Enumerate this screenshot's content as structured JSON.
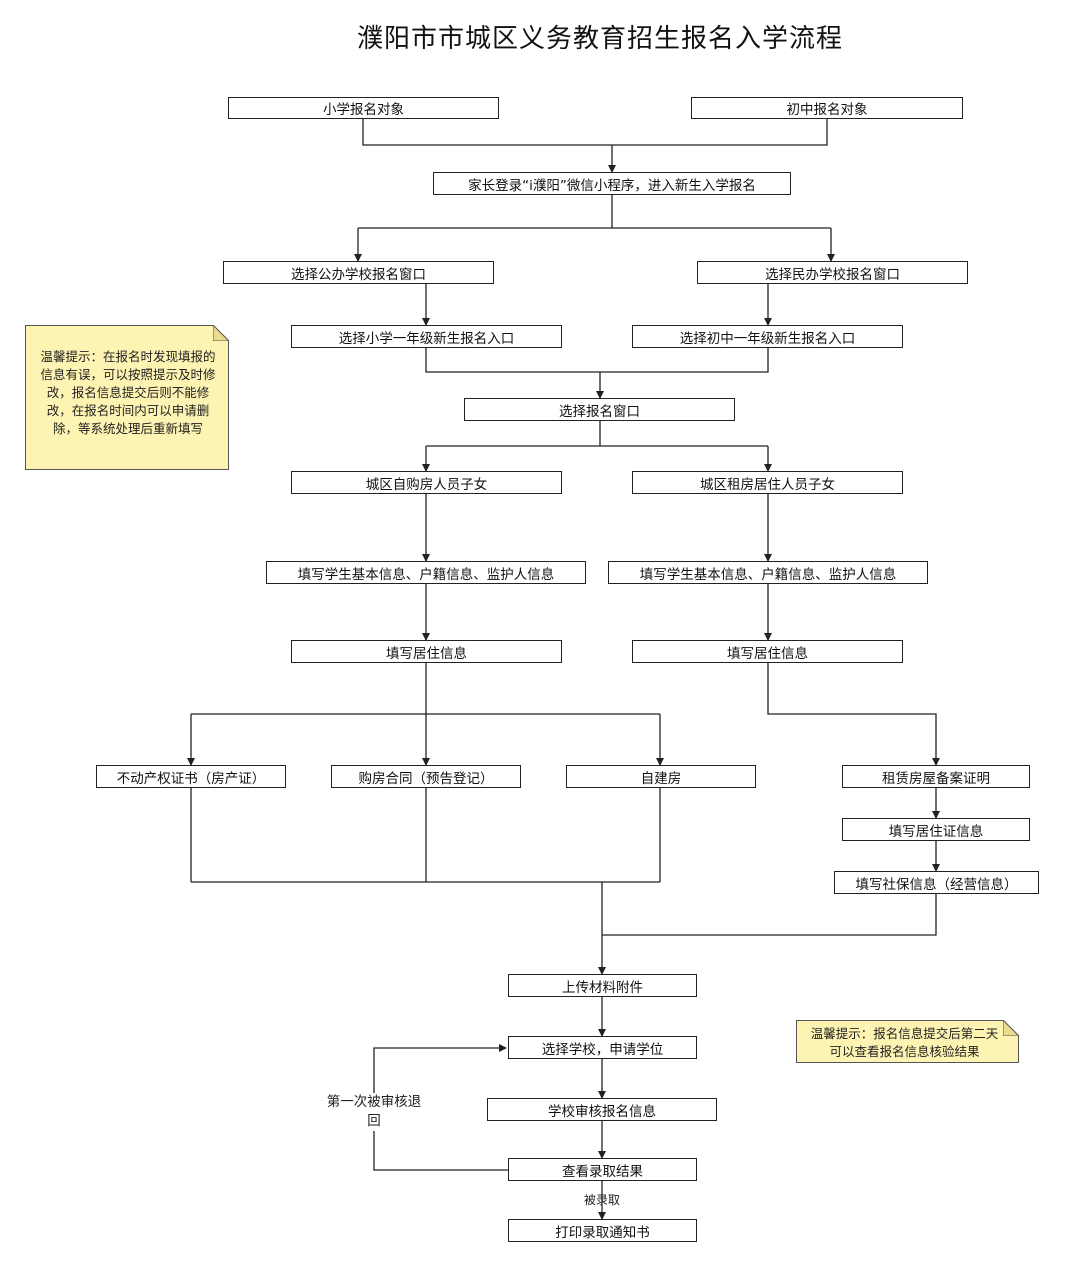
{
  "title": "濮阳市市城区义务教育招生报名入学流程",
  "nodes": {
    "primary_target": "小学报名对象",
    "middle_target": "初中报名对象",
    "login": "家长登录“i濮阳”微信小程序，进入新生入学报名",
    "public_window": "选择公办学校报名窗口",
    "private_window": "选择民办学校报名窗口",
    "primary_entry": "选择小学一年级新生报名入口",
    "middle_entry": "选择初中一年级新生报名入口",
    "select_window": "选择报名窗口",
    "own_house": "城区自购房人员子女",
    "rent_house": "城区租房居住人员子女",
    "fill_basic_left": "填写学生基本信息、户籍信息、监护人信息",
    "fill_basic_right": "填写学生基本信息、户籍信息、监护人信息",
    "fill_residence_left": "填写居住信息",
    "fill_residence_right": "填写居住信息",
    "property_cert": "不动产权证书（房产证）",
    "purchase_contract": "购房合同（预告登记）",
    "self_built": "自建房",
    "lease_record": "租赁房屋备案证明",
    "residence_permit": "填写居住证信息",
    "social_security": "填写社保信息（经营信息）",
    "upload": "上传材料附件",
    "choose_school": "选择学校，申请学位",
    "school_review": "学校审核报名信息",
    "check_result": "查看录取结果",
    "print_notice": "打印录取通知书"
  },
  "labels": {
    "admitted": "被录取",
    "first_return_line1": "第一次被审核退",
    "first_return_line2": "回"
  },
  "notes": {
    "tip_left": "温馨提示：在报名时发现填报的信息有误，可以按照提示及时修改，报名信息提交后则不能修改，在报名时间内可以申请删除，等系统处理后重新填写",
    "tip_right": "温馨提示：报名信息提交后第二天可以查看报名信息核验结果"
  },
  "colors": {
    "note_fill": "#fdf3b2",
    "line": "#222222"
  }
}
